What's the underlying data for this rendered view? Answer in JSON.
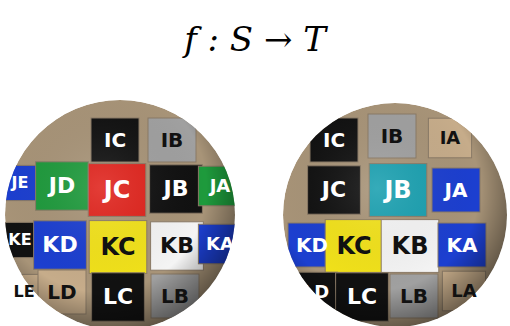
{
  "diagram": {
    "title": "f : S → T",
    "labels": [
      "IC",
      "IB",
      "JE",
      "JD",
      "JC",
      "JB",
      "JA",
      "KE",
      "KD",
      "KC",
      "KB",
      "KA",
      "LE",
      "LD",
      "LC",
      "LB",
      "IC",
      "IB",
      "IA",
      "JC",
      "JB",
      "JA",
      "KD",
      "KC",
      "KB",
      "KA",
      "LD",
      "LC",
      "LB",
      "LA"
    ]
  }
}
